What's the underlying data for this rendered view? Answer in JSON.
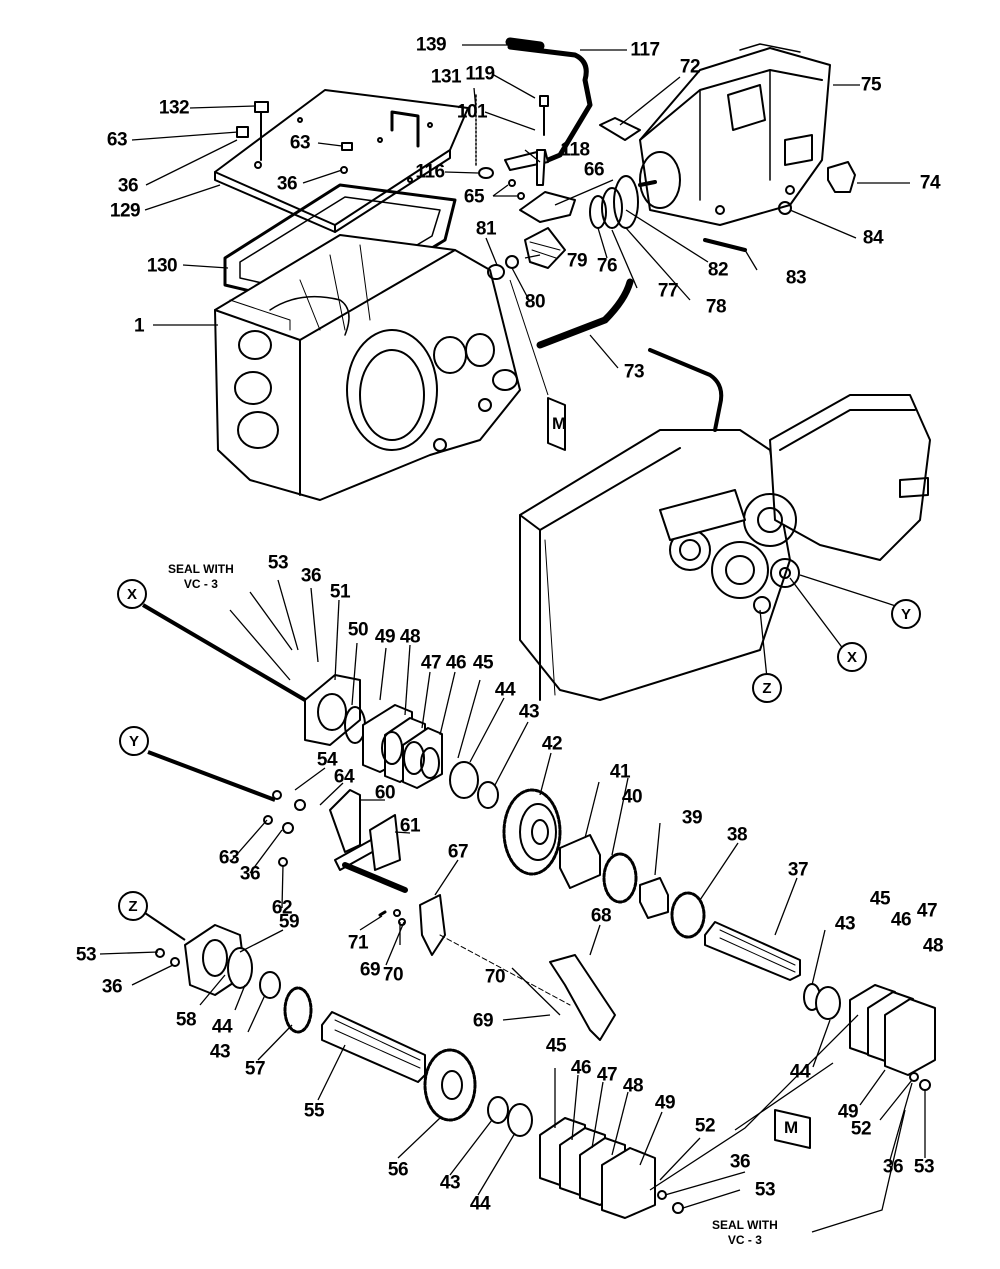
{
  "notes": {
    "seal_note_line1": "SEAL WITH",
    "seal_note_line2": "VC - 3"
  },
  "view_markers": [
    "X",
    "Y",
    "Z"
  ],
  "section_flag": "M",
  "part_numbers": [
    "139",
    "117",
    "131",
    "119",
    "72",
    "75",
    "132",
    "63",
    "101",
    "63",
    "118",
    "116",
    "36",
    "36",
    "66",
    "74",
    "65",
    "129",
    "84",
    "81",
    "79",
    "130",
    "76",
    "82",
    "83",
    "80",
    "77",
    "78",
    "1",
    "73",
    "53",
    "36",
    "51",
    "50",
    "49",
    "48",
    "47",
    "46",
    "45",
    "44",
    "43",
    "42",
    "54",
    "64",
    "41",
    "40",
    "39",
    "60",
    "61",
    "38",
    "63",
    "36",
    "67",
    "37",
    "62",
    "68",
    "71",
    "69",
    "70",
    "59",
    "53",
    "36",
    "70",
    "69",
    "58",
    "44",
    "43",
    "57",
    "55",
    "45",
    "46",
    "47",
    "48",
    "49",
    "56",
    "43",
    "44",
    "45",
    "46",
    "47",
    "48",
    "43",
    "44",
    "49",
    "52",
    "36",
    "53",
    "52",
    "36",
    "53"
  ]
}
